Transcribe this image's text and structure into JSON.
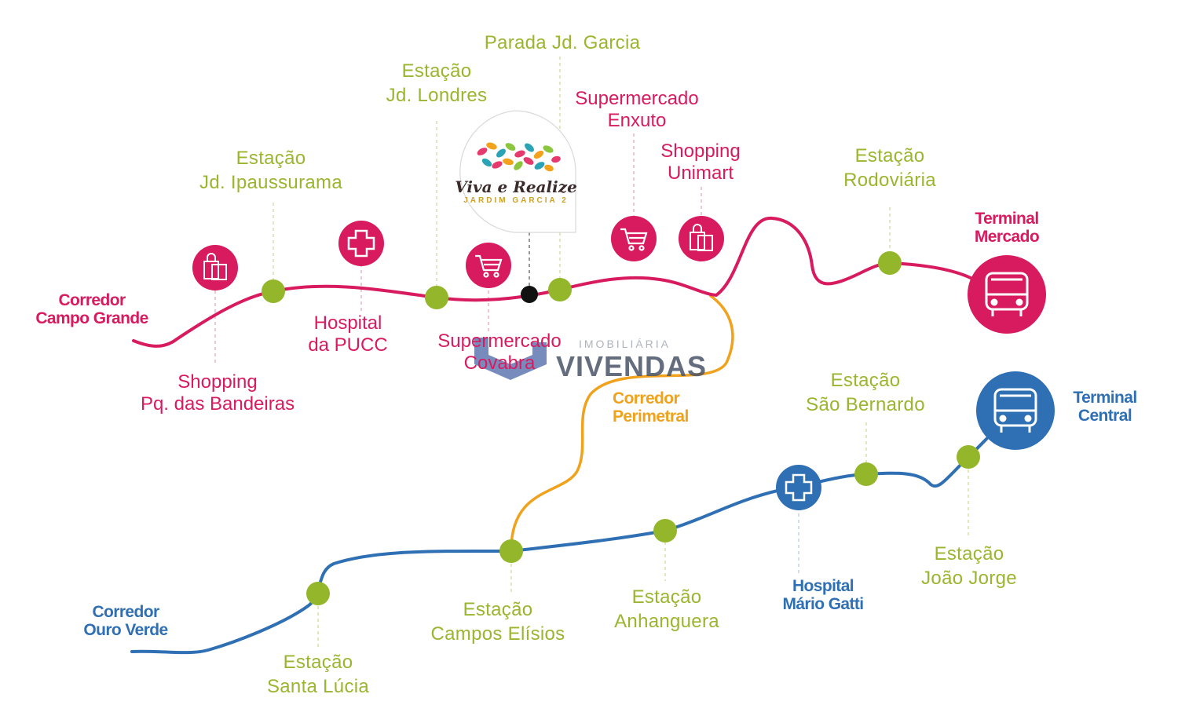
{
  "colors": {
    "pink_line": "#d81b5f",
    "blue_line": "#2f6fb3",
    "orange_line": "#f0a21c",
    "station_green": "#93b62a",
    "label_green": "#9ab52e"
  },
  "logo": {
    "title": "Viva e Realize",
    "subtitle": "JARDIM GARCIA 2"
  },
  "watermark": {
    "line1": "IMOBILIÁRIA",
    "line2": "VIVENDAS"
  },
  "corridors": {
    "campo_grande": {
      "line1": "Corredor",
      "line2": "Campo Grande"
    },
    "perimetral": {
      "line1": "Corredor",
      "line2": "Perimetral"
    },
    "ouro_verde": {
      "line1": "Corredor",
      "line2": "Ouro Verde"
    }
  },
  "terminals": {
    "mercado": {
      "line1": "Terminal",
      "line2": "Mercado",
      "icon": "bus-icon"
    },
    "central": {
      "line1": "Terminal",
      "line2": "Central",
      "icon": "bus-icon"
    }
  },
  "stations": {
    "ipaussurama": {
      "line1": "Estação",
      "line2": "Jd. Ipaussurama"
    },
    "londres": {
      "line1": "Estação",
      "line2": "Jd. Londres"
    },
    "garcia": {
      "line1": "Parada Jd. Garcia"
    },
    "rodoviaria": {
      "line1": "Estação",
      "line2": "Rodoviária"
    },
    "sao_bernardo": {
      "line1": "Estação",
      "line2": "São Bernardo"
    },
    "joao_jorge": {
      "line1": "Estação",
      "line2": "João Jorge"
    },
    "anhanguera": {
      "line1": "Estação",
      "line2": "Anhanguera"
    },
    "campos_elisios": {
      "line1": "Estação",
      "line2": "Campos Elísios"
    },
    "santa_lucia": {
      "line1": "Estação",
      "line2": "Santa Lúcia"
    }
  },
  "points_of_interest": {
    "shopping_bandeiras": {
      "line1": "Shopping",
      "line2": "Pq. das Bandeiras",
      "icon": "shopping-bag-icon"
    },
    "hospital_pucc": {
      "line1": "Hospital",
      "line2": "da PUCC",
      "icon": "hospital-cross-icon"
    },
    "super_covabra": {
      "line1": "Supermercado",
      "line2": "Covabra",
      "icon": "shopping-cart-icon"
    },
    "super_enxuto": {
      "line1": "Supermercado",
      "line2": "Enxuto",
      "icon": "shopping-cart-icon"
    },
    "shopping_unimart": {
      "line1": "Shopping",
      "line2": "Unimart",
      "icon": "shopping-bag-icon"
    },
    "hospital_mario_gatti": {
      "line1": "Hospital",
      "line2": "Mário Gatti",
      "icon": "hospital-cross-icon"
    }
  }
}
